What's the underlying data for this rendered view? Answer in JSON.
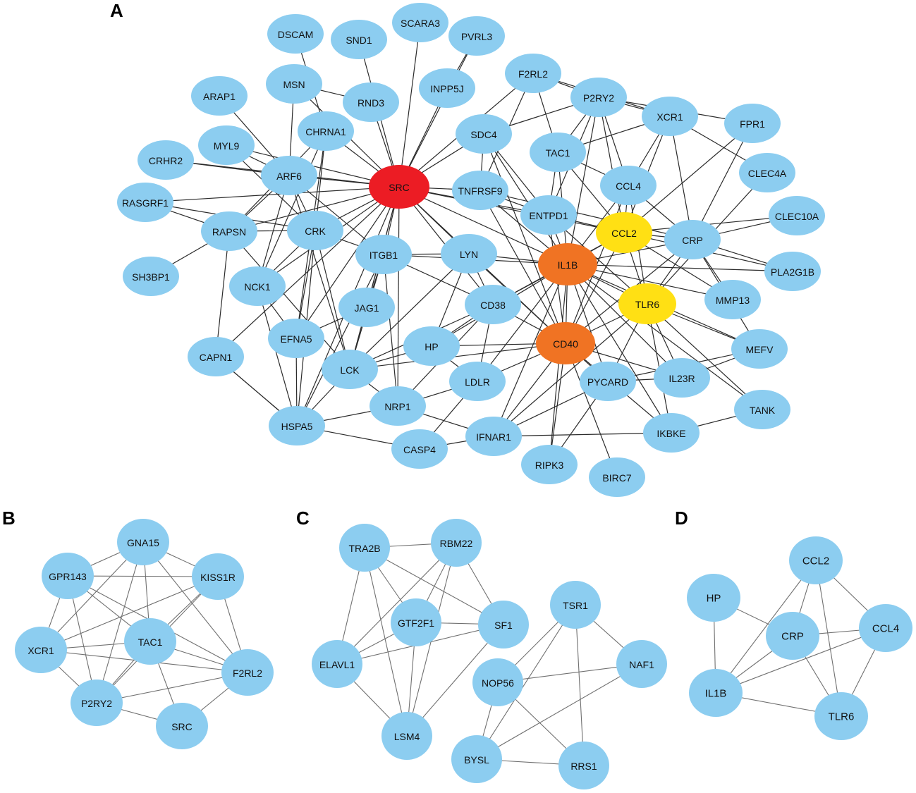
{
  "colors": {
    "node_default": "#8ccdf0",
    "node_red": "#ec1c24",
    "node_orange": "#f07323",
    "node_yellow": "#ffe014",
    "edge_main": "#2b2b2b",
    "edge_sub": "#707070"
  },
  "panels": [
    {
      "letter": "A",
      "nodes": [
        {
          "id": "SRC",
          "color": "red"
        },
        {
          "id": "IL1B",
          "color": "orange"
        },
        {
          "id": "CD40",
          "color": "orange"
        },
        {
          "id": "CCL2",
          "color": "yellow"
        },
        {
          "id": "TLR6",
          "color": "yellow"
        },
        {
          "id": "DSCAM"
        },
        {
          "id": "SND1"
        },
        {
          "id": "SCARA3"
        },
        {
          "id": "PVRL3"
        },
        {
          "id": "INPP5J"
        },
        {
          "id": "F2RL2"
        },
        {
          "id": "MSN"
        },
        {
          "id": "RND3"
        },
        {
          "id": "ARAP1"
        },
        {
          "id": "P2RY2"
        },
        {
          "id": "XCR1"
        },
        {
          "id": "FPR1"
        },
        {
          "id": "CHRNA1"
        },
        {
          "id": "MYL9"
        },
        {
          "id": "SDC4"
        },
        {
          "id": "TAC1"
        },
        {
          "id": "CRHR2"
        },
        {
          "id": "ARF6"
        },
        {
          "id": "CLEC4A"
        },
        {
          "id": "TNFRSF9"
        },
        {
          "id": "CCL4"
        },
        {
          "id": "RASGRF1"
        },
        {
          "id": "ENTPD1"
        },
        {
          "id": "CLEC10A"
        },
        {
          "id": "RAPSN"
        },
        {
          "id": "CRK"
        },
        {
          "id": "CRP"
        },
        {
          "id": "ITGB1"
        },
        {
          "id": "LYN"
        },
        {
          "id": "PLA2G1B"
        },
        {
          "id": "SH3BP1"
        },
        {
          "id": "NCK1"
        },
        {
          "id": "MMP13"
        },
        {
          "id": "JAG1"
        },
        {
          "id": "CD38"
        },
        {
          "id": "EFNA5"
        },
        {
          "id": "HP"
        },
        {
          "id": "MEFV"
        },
        {
          "id": "CAPN1"
        },
        {
          "id": "LCK"
        },
        {
          "id": "LDLR"
        },
        {
          "id": "PYCARD"
        },
        {
          "id": "IL23R"
        },
        {
          "id": "NRP1"
        },
        {
          "id": "TANK"
        },
        {
          "id": "HSPA5"
        },
        {
          "id": "IFNAR1"
        },
        {
          "id": "IKBKE"
        },
        {
          "id": "CASP4"
        },
        {
          "id": "RIPK3"
        },
        {
          "id": "BIRC7"
        }
      ],
      "edges": [
        [
          "SRC",
          "SCARA3"
        ],
        [
          "SRC",
          "SND1"
        ],
        [
          "SRC",
          "PVRL3"
        ],
        [
          "SRC",
          "INPP5J"
        ],
        [
          "SRC",
          "RND3"
        ],
        [
          "SRC",
          "MSN"
        ],
        [
          "SRC",
          "CHRNA1"
        ],
        [
          "SRC",
          "ARF6"
        ],
        [
          "SRC",
          "MYL9"
        ],
        [
          "SRC",
          "CRHR2"
        ],
        [
          "SRC",
          "RASGRF1"
        ],
        [
          "SRC",
          "RAPSN"
        ],
        [
          "SRC",
          "CRK"
        ],
        [
          "SRC",
          "ITGB1"
        ],
        [
          "SRC",
          "NCK1"
        ],
        [
          "SRC",
          "JAG1"
        ],
        [
          "SRC",
          "LCK"
        ],
        [
          "SRC",
          "EFNA5"
        ],
        [
          "SRC",
          "NRP1"
        ],
        [
          "SRC",
          "SDC4"
        ],
        [
          "SRC",
          "TNFRSF9"
        ],
        [
          "SRC",
          "LYN"
        ],
        [
          "SRC",
          "IL1B"
        ],
        [
          "SRC",
          "CD40"
        ],
        [
          "SRC",
          "ENTPD1"
        ],
        [
          "SRC",
          "CD38"
        ],
        [
          "SRC",
          "CCL2"
        ],
        [
          "SRC",
          "F2RL2"
        ],
        [
          "SRC",
          "HSPA5"
        ],
        [
          "SRC",
          "CAPN1"
        ],
        [
          "DSCAM",
          "CHRNA1"
        ],
        [
          "MSN",
          "RND3"
        ],
        [
          "ARAP1",
          "ARF6"
        ],
        [
          "MSN",
          "ARF6"
        ],
        [
          "MYL9",
          "CRK"
        ],
        [
          "CHRNA1",
          "RAPSN"
        ],
        [
          "CHRNA1",
          "CRK"
        ],
        [
          "ARF6",
          "CRHR2"
        ],
        [
          "ARF6",
          "CRK"
        ],
        [
          "ARF6",
          "RAPSN"
        ],
        [
          "ARF6",
          "NCK1"
        ],
        [
          "ARF6",
          "LCK"
        ],
        [
          "ARF6",
          "ITGB1"
        ],
        [
          "RASGRF1",
          "RAPSN"
        ],
        [
          "RASGRF1",
          "CRK"
        ],
        [
          "RAPSN",
          "CRK"
        ],
        [
          "RAPSN",
          "CAPN1"
        ],
        [
          "RAPSN",
          "LCK"
        ],
        [
          "CRK",
          "NCK1"
        ],
        [
          "CRK",
          "LCK"
        ],
        [
          "CRK",
          "EFNA5"
        ],
        [
          "CRK",
          "HSPA5"
        ],
        [
          "CRK",
          "ITGB1"
        ],
        [
          "NCK1",
          "HSPA5"
        ],
        [
          "NCK1",
          "EFNA5"
        ],
        [
          "CHRNA1",
          "NCK1"
        ],
        [
          "CHRNA1",
          "EFNA5"
        ],
        [
          "ITGB1",
          "LYN"
        ],
        [
          "ITGB1",
          "CD38"
        ],
        [
          "ITGB1",
          "JAG1"
        ],
        [
          "ITGB1",
          "LCK"
        ],
        [
          "ITGB1",
          "NRP1"
        ],
        [
          "ITGB1",
          "IL1B"
        ],
        [
          "ITGB1",
          "HSPA5"
        ],
        [
          "JAG1",
          "EFNA5"
        ],
        [
          "JAG1",
          "LCK"
        ],
        [
          "LYN",
          "CD38"
        ],
        [
          "LYN",
          "LCK"
        ],
        [
          "LYN",
          "IL1B"
        ],
        [
          "LYN",
          "CD40"
        ],
        [
          "LYN",
          "HP"
        ],
        [
          "HP",
          "LCK"
        ],
        [
          "HP",
          "IL1B"
        ],
        [
          "HP",
          "CD40"
        ],
        [
          "LCK",
          "CD38"
        ],
        [
          "LCK",
          "HSPA5"
        ],
        [
          "LCK",
          "NRP1"
        ],
        [
          "LCK",
          "CD40"
        ],
        [
          "NRP1",
          "HSPA5"
        ],
        [
          "NRP1",
          "IFNAR1"
        ],
        [
          "NRP1",
          "LDLR"
        ],
        [
          "HSPA5",
          "CASP4"
        ],
        [
          "HSPA5",
          "CAPN1"
        ],
        [
          "CASP4",
          "LDLR"
        ],
        [
          "CASP4",
          "IFNAR1"
        ],
        [
          "IFNAR1",
          "IKBKE"
        ],
        [
          "IFNAR1",
          "IL1B"
        ],
        [
          "IFNAR1",
          "CD40"
        ],
        [
          "IFNAR1",
          "TLR6"
        ],
        [
          "IFNAR1",
          "PYCARD"
        ],
        [
          "IKBKE",
          "TANK"
        ],
        [
          "IKBKE",
          "IL1B"
        ],
        [
          "IKBKE",
          "CD40"
        ],
        [
          "IKBKE",
          "TLR6"
        ],
        [
          "RIPK3",
          "IL1B"
        ],
        [
          "RIPK3",
          "CD40"
        ],
        [
          "RIPK3",
          "PYCARD"
        ],
        [
          "BIRC7",
          "CD40"
        ],
        [
          "PYCARD",
          "IL1B"
        ],
        [
          "PYCARD",
          "CD40"
        ],
        [
          "PYCARD",
          "TLR6"
        ],
        [
          "PYCARD",
          "IL23R"
        ],
        [
          "IL23R",
          "CD40"
        ],
        [
          "IL23R",
          "IL1B"
        ],
        [
          "IL23R",
          "TLR6"
        ],
        [
          "IL23R",
          "MEFV"
        ],
        [
          "TANK",
          "TLR6"
        ],
        [
          "TANK",
          "IL1B"
        ],
        [
          "MEFV",
          "IL1B"
        ],
        [
          "MEFV",
          "TLR6"
        ],
        [
          "MEFV",
          "PYCARD"
        ],
        [
          "MEFV",
          "CRP"
        ],
        [
          "MMP13",
          "IL1B"
        ],
        [
          "MMP13",
          "CCL2"
        ],
        [
          "MMP13",
          "CRP"
        ],
        [
          "PLA2G1B",
          "CRP"
        ],
        [
          "PLA2G1B",
          "IL1B"
        ],
        [
          "PLA2G1B",
          "CCL2"
        ],
        [
          "CLEC10A",
          "CCL2"
        ],
        [
          "CLEC10A",
          "CRP"
        ],
        [
          "CLEC4A",
          "XCR1"
        ],
        [
          "CLEC4A",
          "TLR6"
        ],
        [
          "FPR1",
          "P2RY2"
        ],
        [
          "FPR1",
          "CRP"
        ],
        [
          "FPR1",
          "CCL2"
        ],
        [
          "XCR1",
          "P2RY2"
        ],
        [
          "XCR1",
          "F2RL2"
        ],
        [
          "XCR1",
          "TAC1"
        ],
        [
          "XCR1",
          "CCL4"
        ],
        [
          "XCR1",
          "CCL2"
        ],
        [
          "XCR1",
          "CRP"
        ],
        [
          "P2RY2",
          "TAC1"
        ],
        [
          "P2RY2",
          "SDC4"
        ],
        [
          "P2RY2",
          "CCL4"
        ],
        [
          "P2RY2",
          "CCL2"
        ],
        [
          "P2RY2",
          "ENTPD1"
        ],
        [
          "P2RY2",
          "IL1B"
        ],
        [
          "F2RL2",
          "TAC1"
        ],
        [
          "F2RL2",
          "TNFRSF9"
        ],
        [
          "F2RL2",
          "P2RY2"
        ],
        [
          "TAC1",
          "CCL4"
        ],
        [
          "TAC1",
          "CCL2"
        ],
        [
          "TAC1",
          "IL1B"
        ],
        [
          "TAC1",
          "ENTPD1"
        ],
        [
          "CCL4",
          "CCL2"
        ],
        [
          "CCL4",
          "TLR6"
        ],
        [
          "CCL4",
          "IL1B"
        ],
        [
          "CCL4",
          "CRP"
        ],
        [
          "CCL4",
          "CD40"
        ],
        [
          "CCL2",
          "CRP"
        ],
        [
          "CCL2",
          "IL1B"
        ],
        [
          "CCL2",
          "TLR6"
        ],
        [
          "CCL2",
          "CD40"
        ],
        [
          "CCL2",
          "CD38"
        ],
        [
          "CRP",
          "IL1B"
        ],
        [
          "CRP",
          "TLR6"
        ],
        [
          "CRP",
          "CD40"
        ],
        [
          "TLR6",
          "IL1B"
        ],
        [
          "TLR6",
          "CD40"
        ],
        [
          "IL1B",
          "CD40"
        ],
        [
          "IL1B",
          "CD38"
        ],
        [
          "IL1B",
          "ENTPD1"
        ],
        [
          "IL1B",
          "TNFRSF9"
        ],
        [
          "IL1B",
          "LDLR"
        ],
        [
          "CD40",
          "CD38"
        ],
        [
          "CD40",
          "TNFRSF9"
        ],
        [
          "CD40",
          "LDLR"
        ],
        [
          "CD40",
          "ENTPD1"
        ],
        [
          "CD38",
          "LDLR"
        ],
        [
          "CD38",
          "HP"
        ],
        [
          "SDC4",
          "ENTPD1"
        ],
        [
          "SDC4",
          "CD40"
        ],
        [
          "TNFRSF9",
          "ENTPD1"
        ],
        [
          "TNFRSF9",
          "CRP"
        ],
        [
          "ENTPD1",
          "CCL2"
        ],
        [
          "ENTPD1",
          "TLR6"
        ],
        [
          "INPP5J",
          "PVRL3"
        ],
        [
          "CAPN1",
          "HSPA5"
        ],
        [
          "EFNA5",
          "HSPA5"
        ],
        [
          "SH3BP1",
          "RAPSN"
        ],
        [
          "LDLR",
          "HP"
        ],
        [
          "CD38",
          "NRP1"
        ],
        [
          "MYL9",
          "ARF6"
        ],
        [
          "SDC4",
          "IL1B"
        ],
        [
          "SDC4",
          "TNFRSF9"
        ]
      ]
    },
    {
      "letter": "B",
      "nodes": [
        {
          "id": "GNA15"
        },
        {
          "id": "GPR143"
        },
        {
          "id": "KISS1R"
        },
        {
          "id": "XCR1"
        },
        {
          "id": "TAC1"
        },
        {
          "id": "F2RL2"
        },
        {
          "id": "P2RY2"
        },
        {
          "id": "SRC"
        }
      ],
      "edges": [
        [
          "GNA15",
          "GPR143"
        ],
        [
          "GNA15",
          "KISS1R"
        ],
        [
          "GNA15",
          "TAC1"
        ],
        [
          "GNA15",
          "XCR1"
        ],
        [
          "GNA15",
          "P2RY2"
        ],
        [
          "GNA15",
          "F2RL2"
        ],
        [
          "GPR143",
          "KISS1R"
        ],
        [
          "GPR143",
          "XCR1"
        ],
        [
          "GPR143",
          "TAC1"
        ],
        [
          "GPR143",
          "P2RY2"
        ],
        [
          "GPR143",
          "F2RL2"
        ],
        [
          "KISS1R",
          "XCR1"
        ],
        [
          "KISS1R",
          "TAC1"
        ],
        [
          "KISS1R",
          "P2RY2"
        ],
        [
          "KISS1R",
          "F2RL2"
        ],
        [
          "XCR1",
          "TAC1"
        ],
        [
          "XCR1",
          "P2RY2"
        ],
        [
          "XCR1",
          "F2RL2"
        ],
        [
          "TAC1",
          "P2RY2"
        ],
        [
          "TAC1",
          "SRC"
        ],
        [
          "TAC1",
          "F2RL2"
        ],
        [
          "P2RY2",
          "SRC"
        ],
        [
          "P2RY2",
          "F2RL2"
        ],
        [
          "SRC",
          "F2RL2"
        ]
      ]
    },
    {
      "letter": "C",
      "nodes": [
        {
          "id": "TRA2B"
        },
        {
          "id": "RBM22"
        },
        {
          "id": "GTF2F1"
        },
        {
          "id": "SF1"
        },
        {
          "id": "ELAVL1"
        },
        {
          "id": "LSM4"
        },
        {
          "id": "TSR1"
        },
        {
          "id": "NAF1"
        },
        {
          "id": "NOP56"
        },
        {
          "id": "BYSL"
        },
        {
          "id": "RRS1"
        }
      ],
      "edges": [
        [
          "TRA2B",
          "RBM22"
        ],
        [
          "TRA2B",
          "GTF2F1"
        ],
        [
          "TRA2B",
          "SF1"
        ],
        [
          "TRA2B",
          "ELAVL1"
        ],
        [
          "TRA2B",
          "LSM4"
        ],
        [
          "RBM22",
          "GTF2F1"
        ],
        [
          "RBM22",
          "SF1"
        ],
        [
          "RBM22",
          "ELAVL1"
        ],
        [
          "RBM22",
          "LSM4"
        ],
        [
          "GTF2F1",
          "SF1"
        ],
        [
          "GTF2F1",
          "ELAVL1"
        ],
        [
          "GTF2F1",
          "LSM4"
        ],
        [
          "SF1",
          "ELAVL1"
        ],
        [
          "SF1",
          "LSM4"
        ],
        [
          "ELAVL1",
          "LSM4"
        ],
        [
          "TSR1",
          "NAF1"
        ],
        [
          "TSR1",
          "NOP56"
        ],
        [
          "TSR1",
          "BYSL"
        ],
        [
          "TSR1",
          "RRS1"
        ],
        [
          "NAF1",
          "NOP56"
        ],
        [
          "NAF1",
          "BYSL"
        ],
        [
          "NOP56",
          "BYSL"
        ],
        [
          "NOP56",
          "RRS1"
        ],
        [
          "BYSL",
          "RRS1"
        ]
      ]
    },
    {
      "letter": "D",
      "nodes": [
        {
          "id": "CCL2"
        },
        {
          "id": "HP"
        },
        {
          "id": "CRP"
        },
        {
          "id": "CCL4"
        },
        {
          "id": "IL1B"
        },
        {
          "id": "TLR6"
        }
      ],
      "edges": [
        [
          "CCL2",
          "CRP"
        ],
        [
          "CCL2",
          "CCL4"
        ],
        [
          "CCL2",
          "IL1B"
        ],
        [
          "CCL2",
          "TLR6"
        ],
        [
          "HP",
          "CRP"
        ],
        [
          "HP",
          "IL1B"
        ],
        [
          "CRP",
          "CCL4"
        ],
        [
          "CRP",
          "IL1B"
        ],
        [
          "CRP",
          "TLR6"
        ],
        [
          "CCL4",
          "IL1B"
        ],
        [
          "CCL4",
          "TLR6"
        ],
        [
          "IL1B",
          "TLR6"
        ]
      ]
    }
  ]
}
